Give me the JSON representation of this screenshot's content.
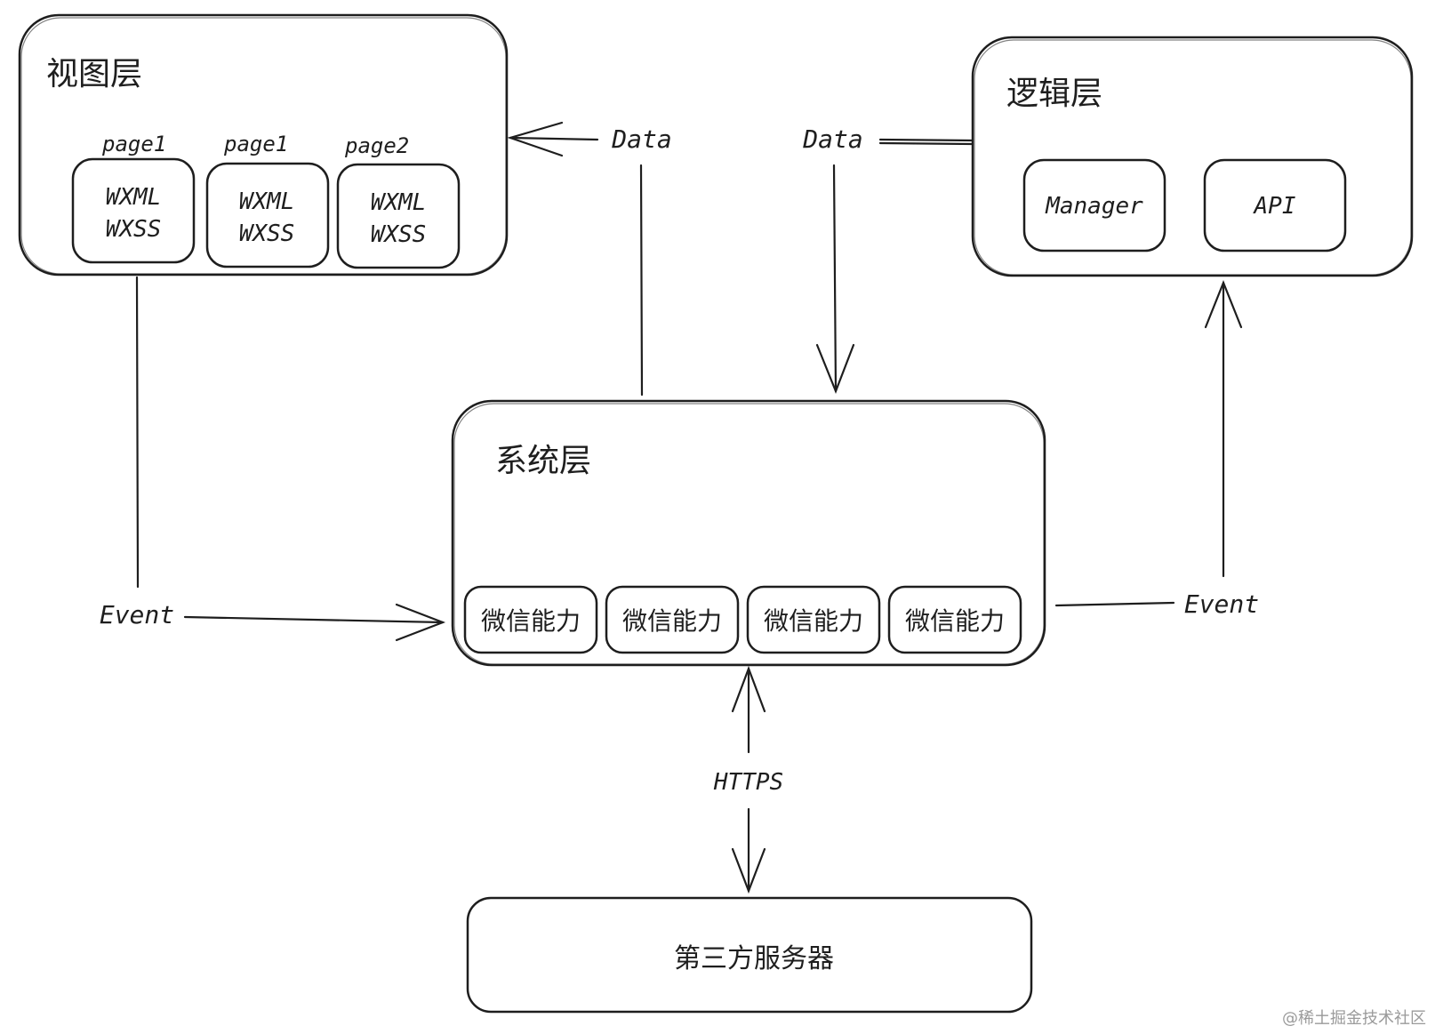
{
  "view_layer": {
    "title": "视图层",
    "pages": [
      {
        "label": "page1",
        "line1": "WXML",
        "line2": "WXSS"
      },
      {
        "label": "page1",
        "line1": "WXML",
        "line2": "WXSS"
      },
      {
        "label": "page2",
        "line1": "WXML",
        "line2": "WXSS"
      }
    ]
  },
  "logic_layer": {
    "title": "逻辑层",
    "modules": [
      "Manager",
      "API"
    ]
  },
  "system_layer": {
    "title": "系统层",
    "capabilities": [
      "微信能力",
      "微信能力",
      "微信能力",
      "微信能力"
    ]
  },
  "third_party": {
    "title": "第三方服务器"
  },
  "edges": {
    "data_left": "Data",
    "data_right": "Data",
    "event_left": "Event",
    "event_right": "Event",
    "https": "HTTPS"
  },
  "watermark": "@稀土掘金技术社区",
  "colors": {
    "stroke": "#1e1e1e",
    "background": "#ffffff"
  }
}
